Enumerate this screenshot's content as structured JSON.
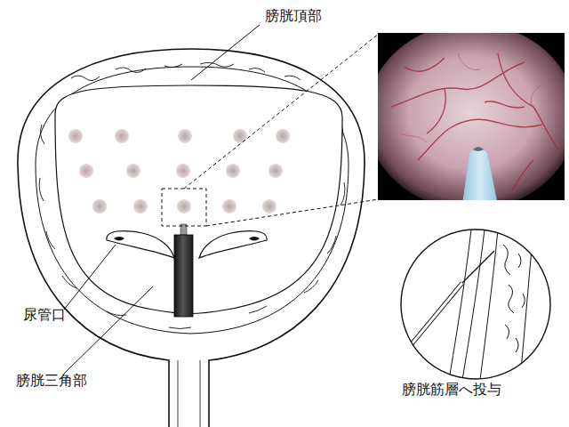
{
  "diagram": {
    "labels": [
      "膀胱頂部",
      "尿管口",
      "膀胱三角部",
      "膀胱筋層へ投与"
    ]
  }
}
